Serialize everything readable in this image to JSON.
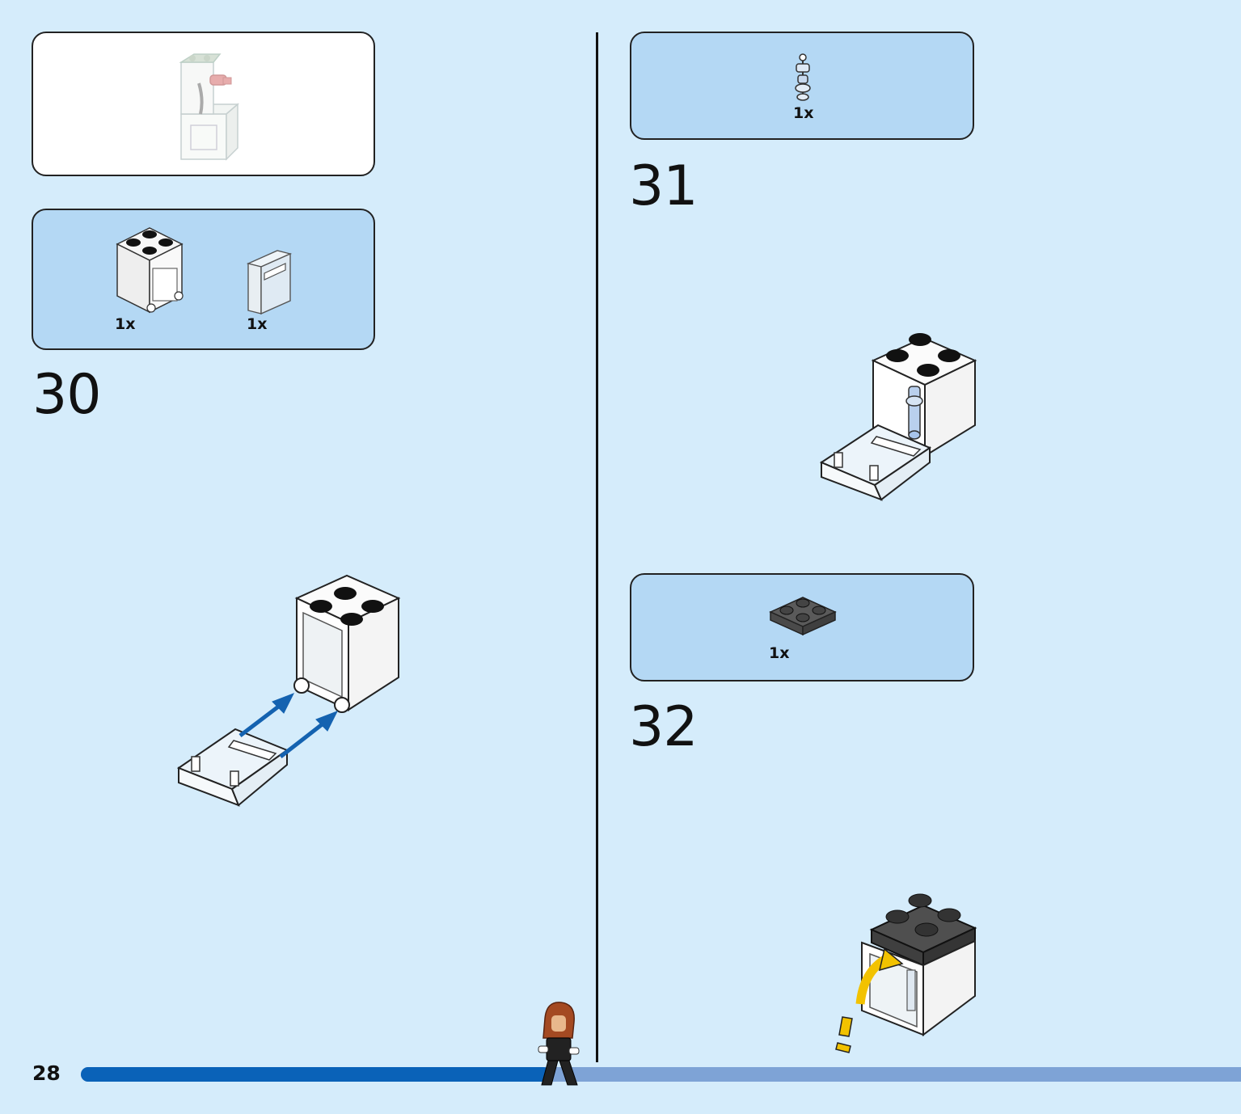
{
  "page": {
    "number": "28",
    "progress_fraction": 0.405
  },
  "colors": {
    "background": "#d5ecfb",
    "parts_panel": "#b4d8f4",
    "progress_done": "#0a62b8",
    "progress_todo": "#7ea3d6",
    "arrow_blue": "#1462b0",
    "arrow_yellow": "#f2c200"
  },
  "steps": [
    {
      "number": "30",
      "parts": [
        {
          "qty": "1x",
          "icon": "container-2x2x2-icon"
        },
        {
          "qty": "1x",
          "icon": "container-door-icon"
        }
      ]
    },
    {
      "number": "31",
      "parts": [
        {
          "qty": "1x",
          "icon": "transparent-pin-icon"
        }
      ]
    },
    {
      "number": "32",
      "parts": [
        {
          "qty": "1x",
          "icon": "dark-gray-plate-2x2-icon"
        }
      ]
    }
  ]
}
